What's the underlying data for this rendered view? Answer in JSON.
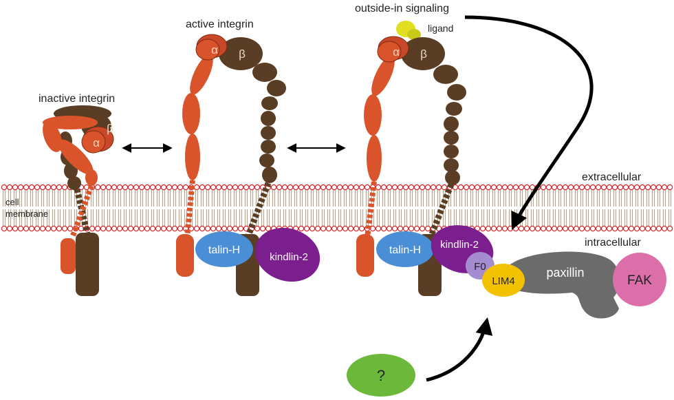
{
  "labels": {
    "inactive_integrin": "inactive integrin",
    "active_integrin": "active integrin",
    "outside_in_signaling": "outside-in signaling",
    "ligand": "ligand",
    "extracellular": "extracellular",
    "intracellular": "intracellular",
    "cell_membrane_line1": "cell",
    "cell_membrane_line2": "membrane"
  },
  "subunits": {
    "alpha": "α",
    "beta": "β"
  },
  "proteins": {
    "talin_h": "talin-H",
    "kindlin_2": "kindlin-2",
    "f0": "F0",
    "lim4": "LIM4",
    "paxillin": "paxillin",
    "fak": "FAK",
    "unknown": "?"
  },
  "colors": {
    "alpha_chain": "#d9532b",
    "beta_chain": "#5a3d25",
    "membrane_head": "#d9262b",
    "membrane_tail": "#b5a58a",
    "talin": "#4a8fd6",
    "kindlin": "#7b1f8e",
    "f0": "#a58bd0",
    "lim4": "#f2c200",
    "paxillin": "#6b6b6b",
    "fak": "#dc6fa9",
    "unknown": "#6cb83a",
    "ligand": "#e0e020"
  }
}
